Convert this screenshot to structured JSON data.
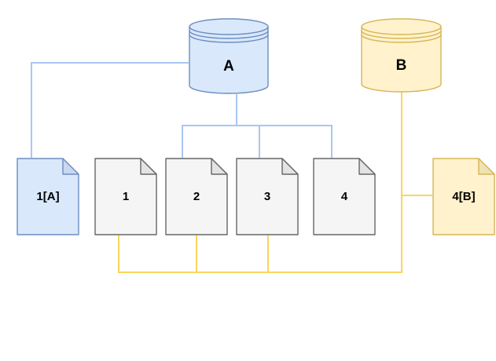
{
  "diagram": {
    "background": "#ffffff",
    "colors": {
      "blue_fill": "#dae8fc",
      "blue_stroke": "#6c8ebf",
      "blue_fold": "#c9d8f1",
      "grey_fill": "#f5f5f5",
      "grey_stroke": "#666666",
      "grey_fold": "#e3e3e3",
      "yellow_fill": "#fff2cc",
      "yellow_stroke": "#d6b656",
      "yellow_fold": "#efe2b2",
      "blue_edge": "#a9c6f2",
      "yellow_edge": "#fbd45c"
    },
    "nodes": {
      "cylinder_a": {
        "type": "database",
        "label": "A"
      },
      "cylinder_b": {
        "type": "database",
        "label": "B"
      },
      "doc_1a": {
        "type": "document",
        "label": "1[A]"
      },
      "doc_1": {
        "type": "document",
        "label": "1"
      },
      "doc_2": {
        "type": "document",
        "label": "2"
      },
      "doc_3": {
        "type": "document",
        "label": "3"
      },
      "doc_4": {
        "type": "document",
        "label": "4"
      },
      "doc_4b": {
        "type": "document",
        "label": "4[B]"
      }
    },
    "edges": [
      {
        "from": "A",
        "to": "1[A]",
        "color": "blue"
      },
      {
        "from": "A",
        "to": "2",
        "color": "blue"
      },
      {
        "from": "A",
        "to": "3",
        "color": "blue"
      },
      {
        "from": "A",
        "to": "4",
        "color": "blue"
      },
      {
        "from": "B",
        "to": "1",
        "color": "yellow"
      },
      {
        "from": "B",
        "to": "2",
        "color": "yellow"
      },
      {
        "from": "B",
        "to": "3",
        "color": "yellow"
      },
      {
        "from": "B",
        "to": "4[B]",
        "color": "yellow"
      }
    ]
  }
}
